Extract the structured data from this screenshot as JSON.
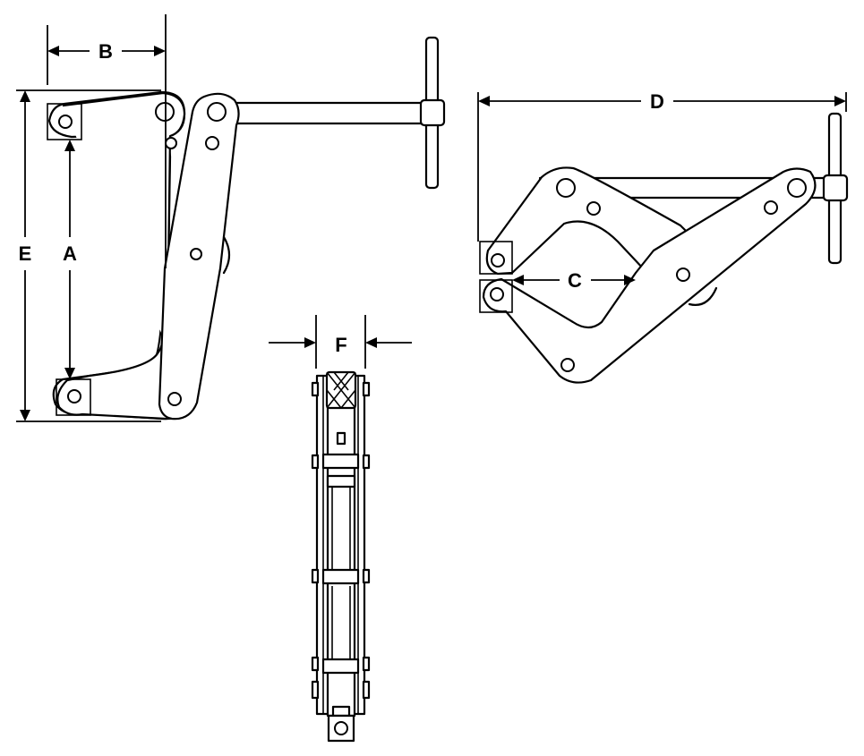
{
  "labels": {
    "a": "A",
    "b": "B",
    "c": "C",
    "d": "D",
    "e": "E",
    "f": "F"
  },
  "colors": {
    "stroke": "#000000",
    "background": "#ffffff"
  }
}
